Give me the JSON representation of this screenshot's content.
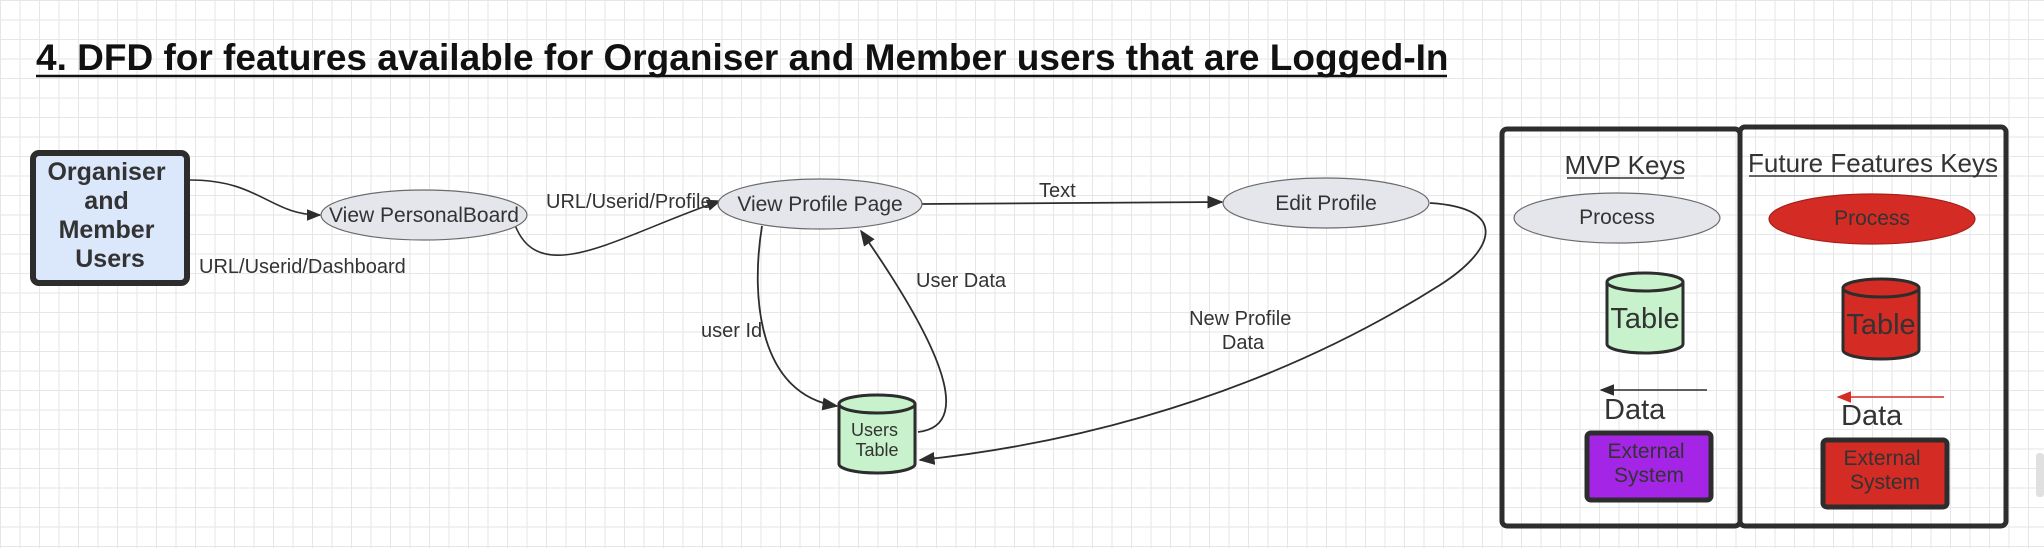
{
  "title": "4. DFD for features available for Organiser and Member users that are Logged-In",
  "entity": {
    "lines": [
      "Organiser",
      "and",
      "Member",
      "Users"
    ]
  },
  "processes": {
    "view_personalboard": "View PersonalBoard",
    "view_profile_page": "View Profile Page",
    "edit_profile": "Edit Profile"
  },
  "store": {
    "lines": [
      "Users",
      "Table"
    ]
  },
  "flows": {
    "url_dashboard": "URL/Userid/Dashboard",
    "url_profile": "URL/Userid/Profile",
    "text": "Text",
    "user_data": "User Data",
    "user_id": "user Id",
    "new_profile_data": [
      "New Profile",
      "Data"
    ]
  },
  "mvp_keys": {
    "title": "MVP Keys",
    "process": "Process",
    "table": "Table",
    "data": "Data",
    "external": [
      "External",
      "System"
    ]
  },
  "future_keys": {
    "title": "Future Features Keys",
    "process": "Process",
    "table": "Table",
    "data": "Data",
    "external": [
      "External",
      "System"
    ]
  },
  "colors": {
    "entity_fill": "#dbe8fc",
    "process_fill": "#e4e6ec",
    "store_fill": "#c8f2cc",
    "external_mvp_fill": "#a425e6",
    "future_red": "#d42b24",
    "outline": "#2d2d2d"
  }
}
